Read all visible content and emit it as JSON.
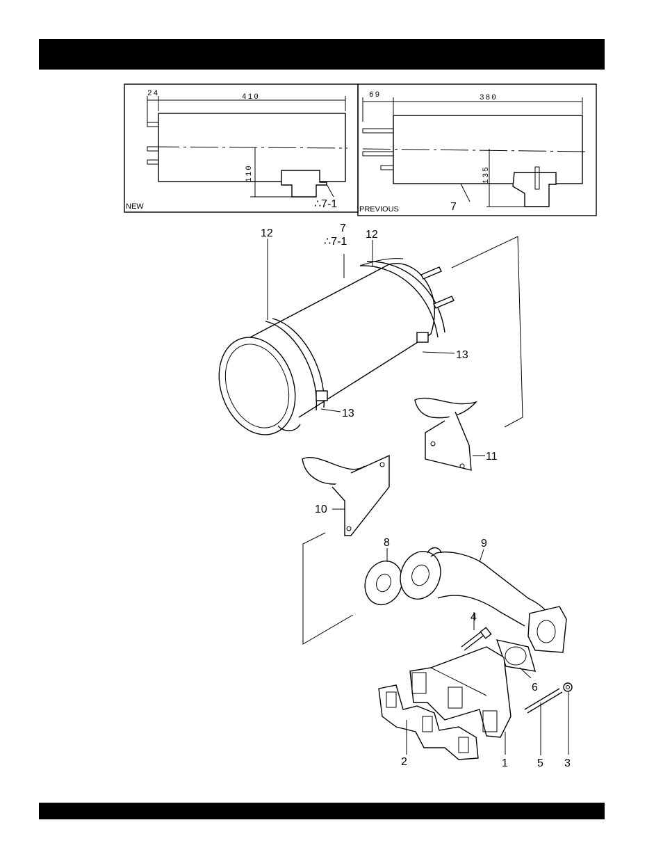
{
  "inset_new": {
    "dim_offset": "24",
    "dim_length": "410",
    "dim_height": "110",
    "part_ref": "∴7-1",
    "caption": "NEW"
  },
  "inset_previous": {
    "dim_offset": "69",
    "dim_length": "380",
    "dim_height": "135",
    "part_ref": "7",
    "caption": "PREVIOUS"
  },
  "callouts": {
    "c12a": "12",
    "c7": "7",
    "c71": "∴7-1",
    "c12b": "12",
    "c13a": "13",
    "c13b": "13",
    "c11": "11",
    "c10": "10",
    "c8": "8",
    "c9": "9",
    "c4": "4",
    "c6": "6",
    "c2": "2",
    "c1": "1",
    "c5": "5",
    "c3": "3"
  }
}
